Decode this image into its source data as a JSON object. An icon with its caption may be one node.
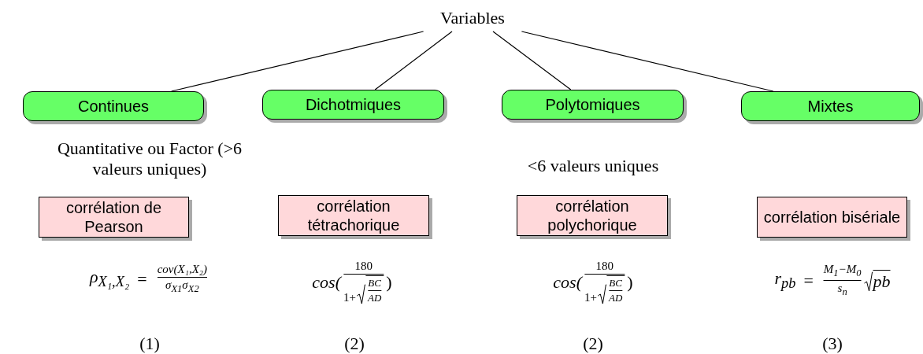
{
  "diagram": {
    "nodes": [
      {
        "text": [
          "Variables"
        ]
      },
      {
        "text": [
          "Continues"
        ]
      },
      {
        "text": [
          "Dichotmiques"
        ]
      },
      {
        "text": [
          "Polytomiques"
        ]
      },
      {
        "text": [
          "Mixtes"
        ]
      },
      {
        "text": [
          "corrélation de Pearson"
        ]
      },
      {
        "text": [
          "corrélation tétrachorique"
        ]
      },
      {
        "text": [
          "corrélation polychorique"
        ]
      },
      {
        "text": [
          "corrélation bisériale"
        ]
      }
    ],
    "edges": [
      {
        "from": 0,
        "to": 1,
        "arrow": "none"
      },
      {
        "from": 0,
        "to": 2,
        "arrow": "none"
      },
      {
        "from": 0,
        "to": 3,
        "arrow": "none"
      },
      {
        "from": 0,
        "to": 4,
        "arrow": "none"
      }
    ],
    "labels": [
      "Quantitative ou Factor (>6 valeurs uniques)",
      "<6 valeurs uniques",
      "ρ$_{X₁,X₂}$",
      "=",
      "cov(X₁,X₂)",
      "σ$_{X1}$σ$_{X2}$",
      "cos(",
      "180",
      "1+",
      "BC",
      "AD",
      ")",
      "cos(",
      "180",
      "1+",
      "BC",
      "AD",
      ")",
      "r$_{pb}$",
      "=",
      "M$_{1}$−M$_{0}$",
      "s$_{n}$",
      "pb",
      "(1)",
      "(2)",
      "(2)",
      "(3)"
    ]
  }
}
